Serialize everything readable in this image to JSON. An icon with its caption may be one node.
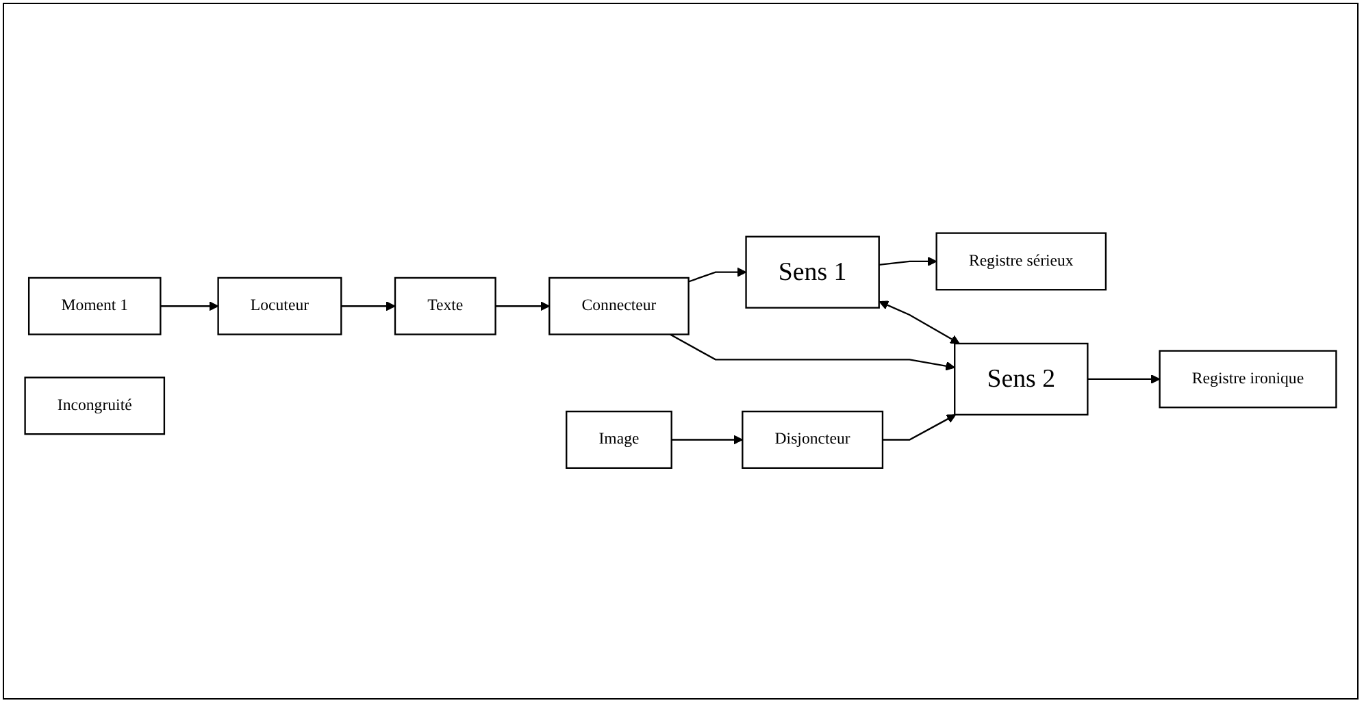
{
  "diagram": {
    "nodes": [
      {
        "text": [
          "Moment 1"
        ]
      },
      {
        "text": [
          "Locuteur"
        ]
      },
      {
        "text": [
          "Texte"
        ]
      },
      {
        "text": [
          "Connecteur"
        ]
      },
      {
        "text": [
          "Sens 1"
        ]
      },
      {
        "text": [
          "Registre sérieux"
        ]
      },
      {
        "text": [
          "Incongruité"
        ]
      },
      {
        "text": [
          "Image"
        ]
      },
      {
        "text": [
          "Disjoncteur"
        ]
      },
      {
        "text": [
          "Sens 2"
        ]
      },
      {
        "text": [
          "Registre ironique"
        ]
      }
    ],
    "edges": [
      {
        "from": 0,
        "to": 1,
        "arrow": "to"
      },
      {
        "from": 1,
        "to": 2,
        "arrow": "to"
      },
      {
        "from": 2,
        "to": 3,
        "arrow": "to"
      },
      {
        "from": 3,
        "to": 4,
        "arrow": "to"
      },
      {
        "from": 4,
        "to": 5,
        "arrow": "to"
      },
      {
        "from": 3,
        "to": 9,
        "arrow": "to"
      },
      {
        "from": 4,
        "to": 9,
        "arrow": "both"
      },
      {
        "from": 7,
        "to": 8,
        "arrow": "to"
      },
      {
        "from": 8,
        "to": 9,
        "arrow": "to"
      },
      {
        "from": 9,
        "to": 10,
        "arrow": "to"
      }
    ]
  }
}
